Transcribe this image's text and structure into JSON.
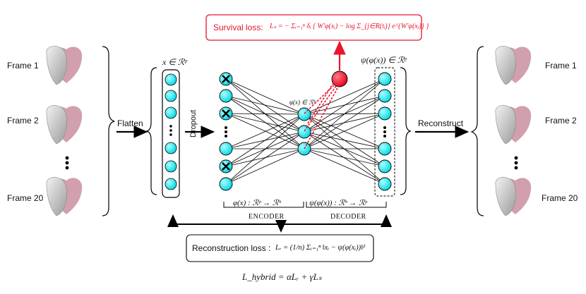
{
  "input_frames": [
    "Frame 1",
    "Frame 2",
    "Frame 20"
  ],
  "output_frames": [
    "Frame 1",
    "Frame 2",
    "Frame 20"
  ],
  "flatten_label": "Flatten",
  "dropout_label": "Dropout",
  "reconstruct_label": "Reconstruct",
  "input_vector_label": "x ∈ ℛᵖ",
  "output_vector_label": "ψ(φ(x)) ∈ ℛᵖ",
  "latent_label": "φ(x) ∈ ℛʰ",
  "encoder_map": "φ(x) : ℛᵖ → ℛʰ",
  "decoder_map": "ψ(φ(x)) : ℛʰ → ℛᵖ",
  "encoder_label": "ENCODER",
  "decoder_label": "DECODER",
  "survival_loss": {
    "title": "Survival loss:",
    "formula": "Lₛ = − Σᵢ₌₁ⁿ δᵢ { W′φ(xᵢ) − log Σ_{j∈R(tᵢ)} e^{W′φ(xⱼ)} }"
  },
  "reconstruction_loss": {
    "title": "Reconstruction loss :",
    "formula": "Lᵣ = (1/n) Σᵢ₌₁ⁿ ‖xᵢ − ψ(φ(xᵢ))‖²"
  },
  "hybrid_loss": "L_hybrid = αLᵣ + γLₛ",
  "colors": {
    "node": "#00e5ee",
    "survival_node": "#e8152b",
    "survival_border": "#e8152b",
    "heart_light": "#d9d9d9",
    "heart_pink": "#cf9aa8"
  },
  "icons": [
    "heart-mesh-icon",
    "dropout-cross-icon",
    "ellipsis-dots-icon"
  ]
}
